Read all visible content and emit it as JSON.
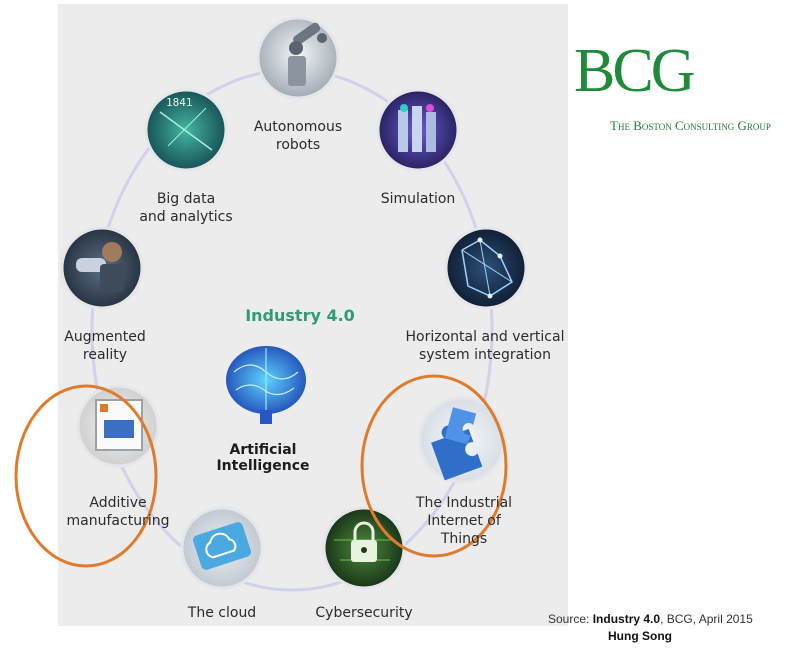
{
  "center": {
    "title": "Industry 4.0",
    "ai_label": "Artificial Intelligence"
  },
  "nodes": [
    {
      "label": "Autonomous\nrobots",
      "icon": "robot-arm-icon"
    },
    {
      "label": "Simulation",
      "icon": "server-racks-icon"
    },
    {
      "label": "Horizontal and vertical\nsystem integration",
      "icon": "network-icon"
    },
    {
      "label": "The Industrial\nInternet of Things",
      "icon": "puzzle-icon"
    },
    {
      "label": "Cybersecurity",
      "icon": "lock-icon"
    },
    {
      "label": "The cloud",
      "icon": "cloud-icon"
    },
    {
      "label": "Additive\nmanufacturing",
      "icon": "3d-printer-icon"
    },
    {
      "label": "Augmented\nreality",
      "icon": "headset-icon"
    },
    {
      "label": "Big data\nand analytics",
      "icon": "data-icon"
    }
  ],
  "logo": {
    "name": "BCG",
    "tagline": "The Boston Consulting Group"
  },
  "source": {
    "prefix": "Source: ",
    "title": "Industry 4.0",
    "suffix": ", BCG, April 2015",
    "author": "Hung Song"
  },
  "colors": {
    "background": "#ececed",
    "ring": "#cfd2e8",
    "accent": "#2e9b7a",
    "highlight": "#e07b2c",
    "logo": "#1f8a3a"
  }
}
